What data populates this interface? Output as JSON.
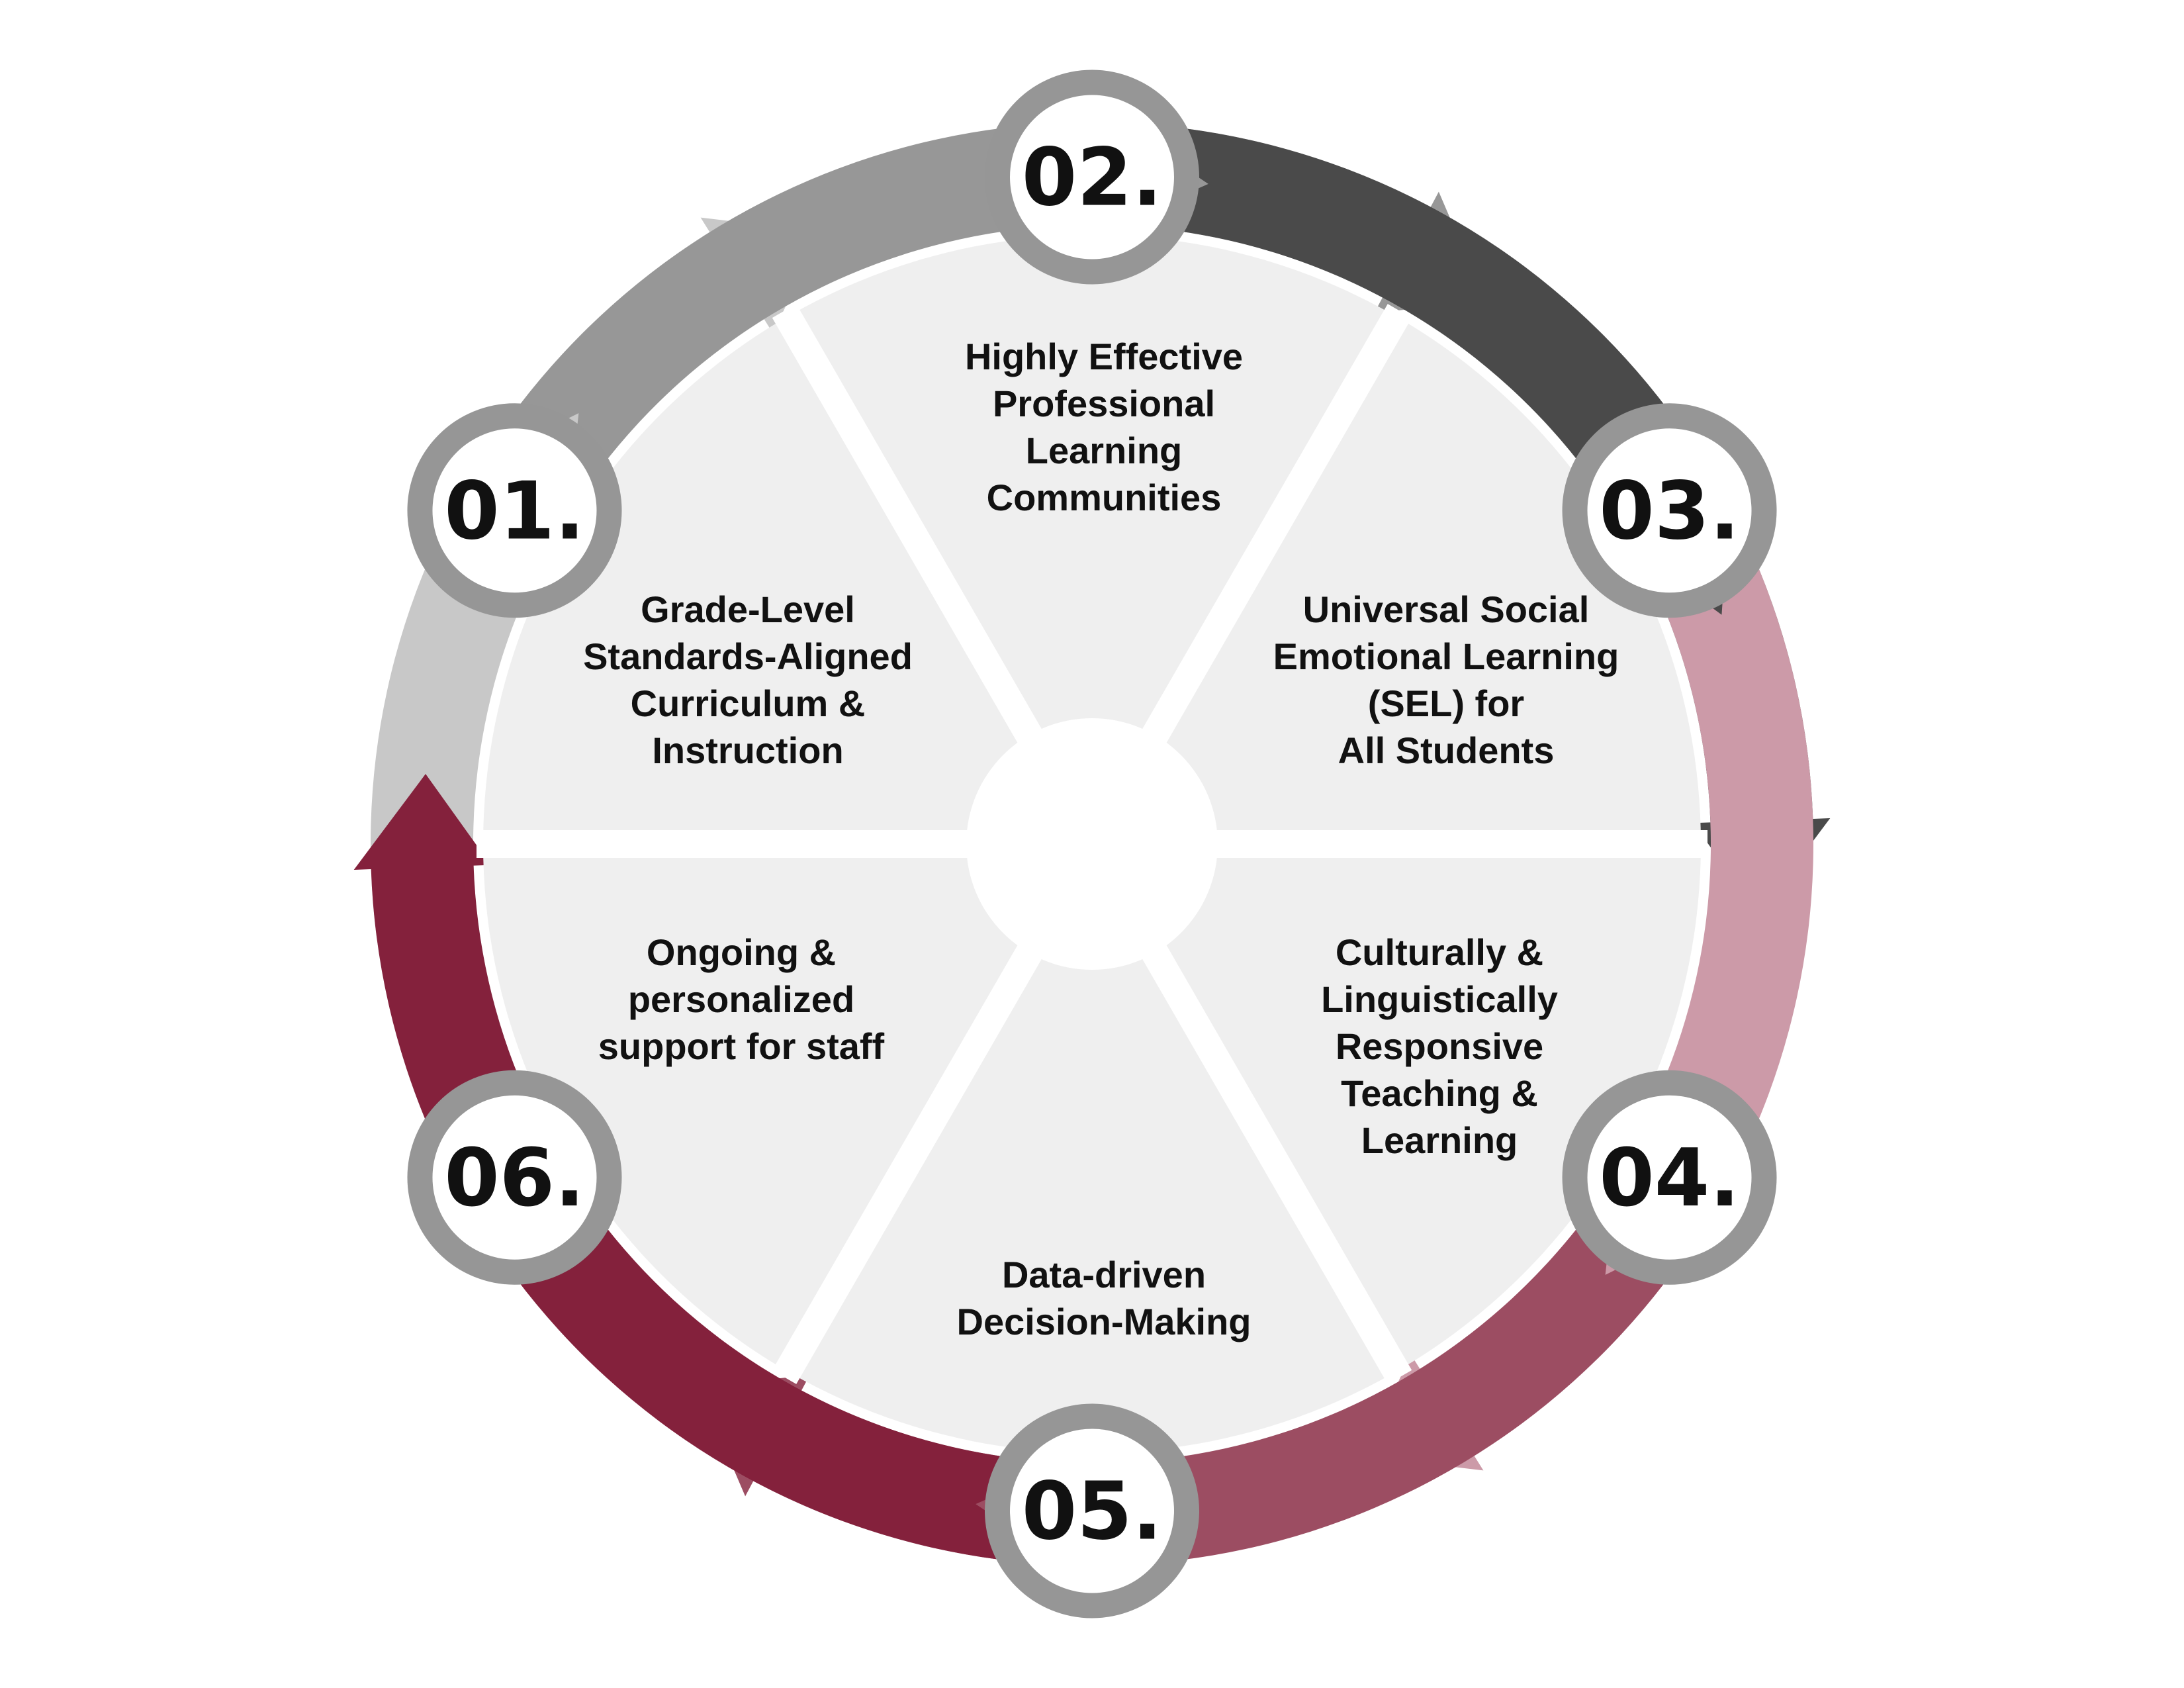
{
  "diagram": {
    "center_fill": "#ffffff",
    "sector_fill": "#efefef",
    "divider_color": "#ffffff",
    "badge_ring_color": "#969696",
    "badge_inner_color": "#ffffff",
    "steps": [
      {
        "number": "01.",
        "lines": [
          "Grade-Level",
          "Standards-Aligned",
          "Curriculum &",
          "Instruction"
        ],
        "arrow_color": "#c8c8c8"
      },
      {
        "number": "02.",
        "lines": [
          "Highly Effective",
          "Professional",
          "Learning",
          "Communities"
        ],
        "arrow_color": "#979797"
      },
      {
        "number": "03.",
        "lines": [
          "Universal Social",
          "Emotional Learning",
          "(SEL) for",
          "All Students"
        ],
        "arrow_color": "#4a4a4a"
      },
      {
        "number": "04.",
        "lines": [
          "Culturally &",
          "Linguistically",
          "Responsive",
          "Teaching &",
          "Learning"
        ],
        "arrow_color": "#cc9aa8"
      },
      {
        "number": "05.",
        "lines": [
          "Data-driven",
          "Decision-Making"
        ],
        "arrow_color": "#9c4d62"
      },
      {
        "number": "06.",
        "lines": [
          "Ongoing &",
          "personalized",
          "support for staff"
        ],
        "arrow_color": "#84213c"
      }
    ]
  }
}
